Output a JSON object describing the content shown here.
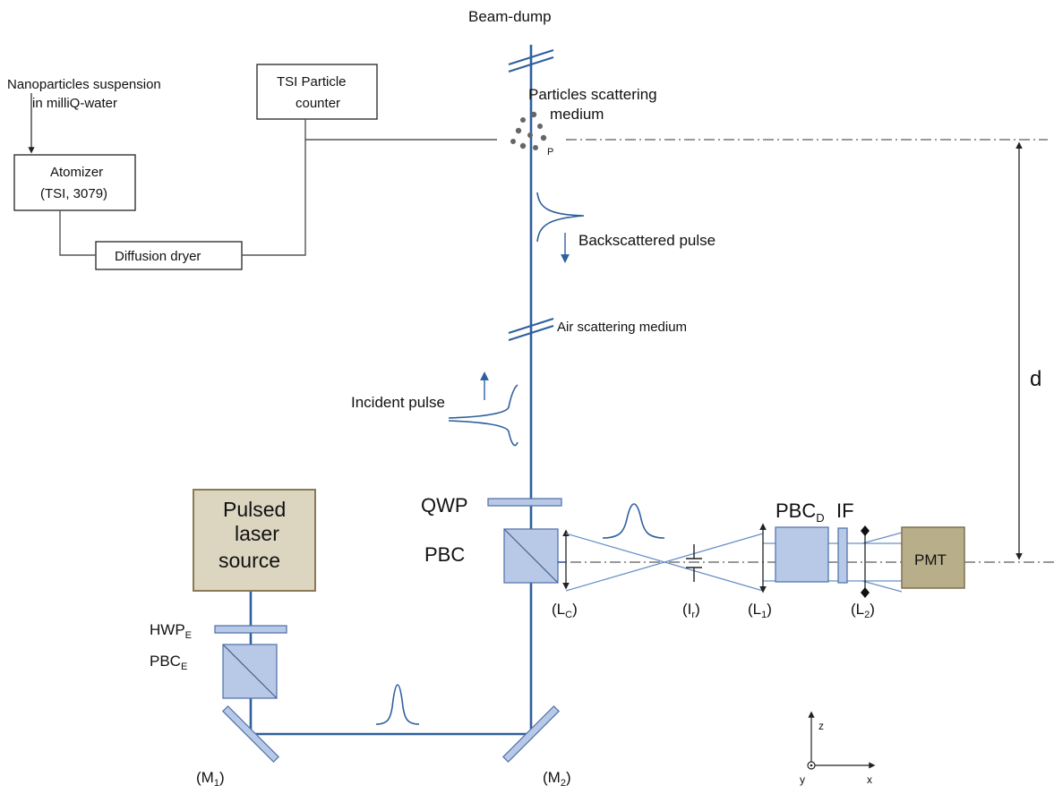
{
  "labels": {
    "beam_dump": "Beam-dump",
    "nano_suspension_line1": "Nanoparticles suspension",
    "nano_suspension_line2": "in milliQ-water",
    "atomizer_line1": "Atomizer",
    "atomizer_line2": "(TSI, 3079)",
    "tsi_counter_line1": "TSI Particle",
    "tsi_counter_line2": "counter",
    "diffusion_dryer": "Diffusion dryer",
    "particles_medium_line1": "Particles scattering",
    "particles_medium_line2": "medium",
    "point_p": "P",
    "backscattered_pulse": "Backscattered pulse",
    "air_medium": "Air scattering medium",
    "incident_pulse": "Incident pulse",
    "distance_d": "d",
    "qwp": "QWP",
    "pbc": "PBC",
    "pbc_d": "PBC",
    "pbc_d_sub": "D",
    "if_filter": "IF",
    "pmt": "PMT",
    "lens_lc": "(L",
    "lens_lc_sub": "C",
    "iris_ir": "(I",
    "iris_ir_sub": "r",
    "lens_l1": "(L",
    "lens_l1_sub": "1",
    "lens_l2": "(L",
    "lens_l2_sub": "2",
    "close_paren": ")",
    "laser_line1": "Pulsed",
    "laser_line2": "laser",
    "laser_line3": "source",
    "hwp_e": "HWP",
    "hwp_e_sub": "E",
    "pbc_e": "PBC",
    "pbc_e_sub": "E",
    "mirror_m1": "(M",
    "mirror_m1_sub": "1",
    "mirror_m2": "(M",
    "mirror_m2_sub": "2",
    "axis_z": "z",
    "axis_y": "y",
    "axis_x": "x"
  },
  "colors": {
    "beam": "#2e5f9e",
    "optic_fill": "#b7c9e6",
    "laser_fill": "#dcd6c1",
    "pmt_fill": "#b9ae8a",
    "box_border_laser": "#8a7a55"
  }
}
